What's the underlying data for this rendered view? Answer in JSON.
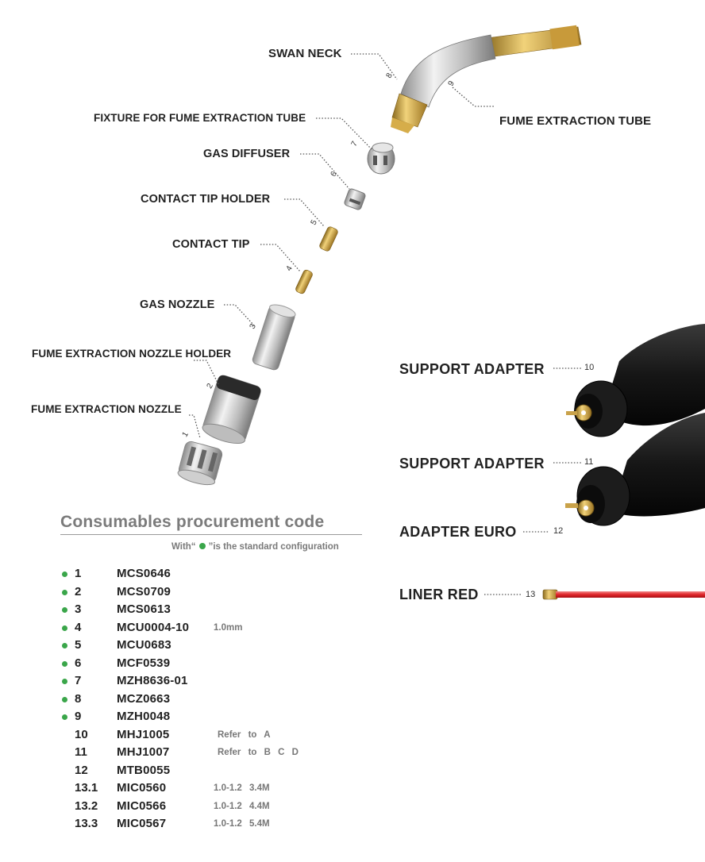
{
  "labels": {
    "swan_neck": "SWAN NECK",
    "fume_extraction_tube": "FUME EXTRACTION TUBE",
    "fixture": "FIXTURE FOR FUME EXTRACTION TUBE",
    "gas_diffuser": "GAS DIFFUSER",
    "contact_tip_holder": "CONTACT TIP HOLDER",
    "contact_tip": "CONTACT TIP",
    "gas_nozzle": "GAS NOZZLE",
    "nozzle_holder": "FUME EXTRACTION NOZZLE HOLDER",
    "nozzle": "FUME EXTRACTION NOZZLE",
    "support_adapter_10": "SUPPORT ADAPTER",
    "support_adapter_11": "SUPPORT ADAPTER",
    "adapter_euro": "ADAPTER EURO",
    "liner_red": "LINER RED"
  },
  "numbers": {
    "n1": "1",
    "n2": "2",
    "n3": "3",
    "n4": "4",
    "n5": "5",
    "n6": "6",
    "n7": "7",
    "n8": "8",
    "n9": "9",
    "n10": "10",
    "n11": "11",
    "n12": "12",
    "n13": "13"
  },
  "table": {
    "title": "Consumables procurement code",
    "note_prefix": "With“",
    "note_suffix": "”is the standard configuration",
    "dot_color": "#3aa64a",
    "rows": [
      {
        "no": "1",
        "code": "MCS0646",
        "extra": "",
        "standard": true
      },
      {
        "no": "2",
        "code": "MCS0709",
        "extra": "",
        "standard": true
      },
      {
        "no": "3",
        "code": "MCS0613",
        "extra": "",
        "standard": true
      },
      {
        "no": "4",
        "code": "MCU0004-10",
        "extra": "1.0mm",
        "standard": true
      },
      {
        "no": "5",
        "code": "MCU0683",
        "extra": "",
        "standard": true
      },
      {
        "no": "6",
        "code": "MCF0539",
        "extra": "",
        "standard": true
      },
      {
        "no": "7",
        "code": "MZH8636-01",
        "extra": "",
        "standard": true
      },
      {
        "no": "8",
        "code": "MCZ0663",
        "extra": "",
        "standard": true
      },
      {
        "no": "9",
        "code": "MZH0048",
        "extra": "",
        "standard": true
      },
      {
        "no": "10",
        "code": "MHJ1005",
        "extra": "Refer to A",
        "standard": false
      },
      {
        "no": "11",
        "code": "MHJ1007",
        "extra": "Refer to B C D",
        "standard": false
      },
      {
        "no": "12",
        "code": "MTB0055",
        "extra": "",
        "standard": false
      },
      {
        "no": "13.1",
        "code": "MIC0560",
        "extra": "1.0-1.2 3.4M",
        "standard": false
      },
      {
        "no": "13.2",
        "code": "MIC0566",
        "extra": "1.0-1.2 4.4M",
        "standard": false
      },
      {
        "no": "13.3",
        "code": "MIC0567",
        "extra": "1.0-1.2 5.4M",
        "standard": false
      }
    ]
  }
}
